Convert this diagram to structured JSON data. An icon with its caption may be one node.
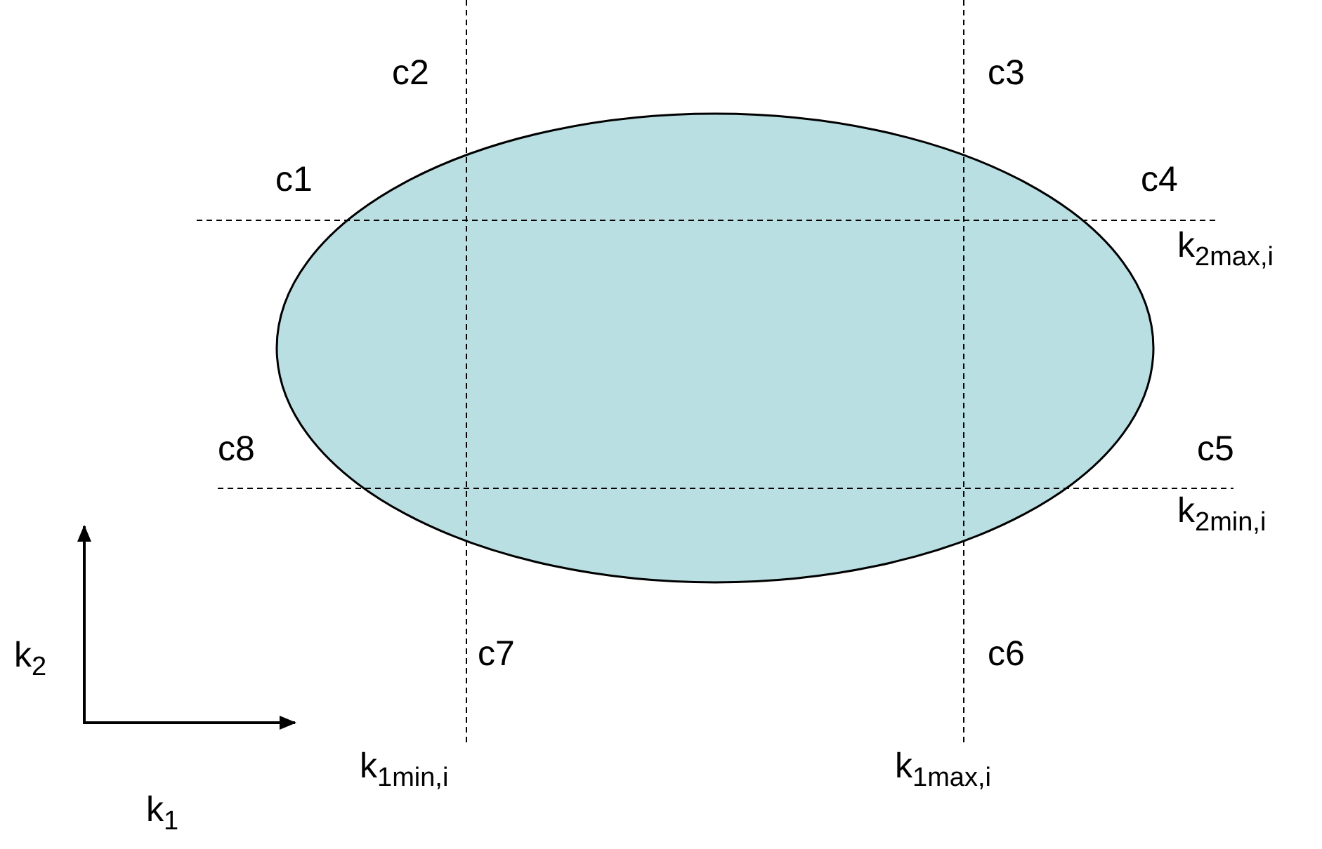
{
  "diagram": {
    "nodes": [
      {
        "text": [],
        "shape": "ellipse"
      }
    ],
    "labels": [
      "c2",
      "c3",
      "c1",
      "c4",
      "k$_{2max,i}$",
      "c8",
      "c5",
      "k$_{2min,i}$",
      "k$_{2}$",
      "c7",
      "c6",
      "k$_{1min,i}$",
      "k$_{1max,i}$",
      "k$_{1}$"
    ]
  }
}
